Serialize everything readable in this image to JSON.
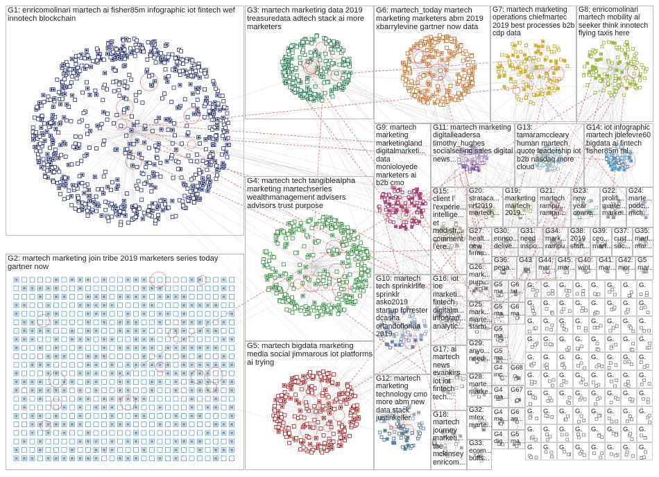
{
  "groups": [
    {
      "id": "G1",
      "label": "G1: enricomolinari martech ai fisher85m infographic iot fintech wef innotech blockchain"
    },
    {
      "id": "G2",
      "label": "G2: martech marketing join tribe 2019 marketers series today gartner now"
    },
    {
      "id": "G3",
      "label": "G3: martech marketing data 2019 treasuredata adtech stack ai more marketers"
    },
    {
      "id": "G4",
      "label": "G4: martech tech tangibleaIpha marketing martechseries wealthmanagement advisers advisors trust purpose"
    },
    {
      "id": "G5",
      "label": "G5: martech bigdata marketing media social jimmarous iot platforms ai trying"
    },
    {
      "id": "G6",
      "label": "G6: martech_today martech marketing marketers abm 2019 xbarrylevine gartner now data"
    },
    {
      "id": "G7",
      "label": "G7: martech marketing operations chiefmartec 2019 best processes b2b cdp data"
    },
    {
      "id": "G8",
      "label": "G8: enricomolinari martech mobility ai seeker think innotech flying taxis here"
    },
    {
      "id": "G9",
      "label": "G9: martech marketing marketingland digitalmarketi... data monioloyede marketers ai b2b cmo"
    },
    {
      "id": "G10",
      "label": "G10: martech tech sprinklrlife sprinklr asko2019 startup forrester dcasha orlandoflorida 2019"
    },
    {
      "id": "G11",
      "label": "G11: martech marketing digitalleadersa timothy_hughes socialselling sales digital news..."
    },
    {
      "id": "G12",
      "label": "G12: martech marketing technology cmo more abm new data stack justinkeller"
    },
    {
      "id": "G13",
      "label": "G13: tamaramccleary human martech quote leadership iot b2b nasdaq more cloud"
    },
    {
      "id": "G14",
      "label": "G14: iot infographic martech jblefevre60 bigdata ai fintech fisher85m ml..."
    },
    {
      "id": "G15",
      "label": "G15: client l' l'expérie... intellige... et modisfr... comment l'ère..."
    },
    {
      "id": "G16",
      "label": "G16: iot ioe marketi... fintech digitalm... infograp... analytic..."
    },
    {
      "id": "G17",
      "label": "G17: ai martech news evankirs... iot iot fintech tech..."
    },
    {
      "id": "G18",
      "label": "G18: martech journey marketi... the mckinsey enricom..."
    },
    {
      "id": "G19",
      "label": "G19: marketing martech 2019..."
    },
    {
      "id": "G20",
      "label": "G20: strataca... nrf2019 martech..."
    },
    {
      "id": "G21",
      "label": "G21: martech rampu... rampu..."
    },
    {
      "id": "G22",
      "label": "G22: prolifi... marte... marke..."
    },
    {
      "id": "G23",
      "label": "G23: new year conne..."
    },
    {
      "id": "G24",
      "label": "G24: marte... podc... mich..."
    },
    {
      "id": "G25",
      "label": "G25: mark... marte... startu..."
    },
    {
      "id": "G26",
      "label": "G26: mark... purp..."
    },
    {
      "id": "G27",
      "label": "G27: healt... new firms..."
    },
    {
      "id": "G28",
      "label": "G28: marte... marke..."
    },
    {
      "id": "G29",
      "label": "G29: anyo... need..."
    },
    {
      "id": "G30",
      "label": "G30: enrico... delive..."
    },
    {
      "id": "G31",
      "label": "G31: need inspo..."
    },
    {
      "id": "G32",
      "label": "G32: mtex marte..."
    },
    {
      "id": "G33",
      "label": "G33: ecom... buffs..."
    },
    {
      "id": "G34",
      "label": "G34: mark... rampu..."
    },
    {
      "id": "G35",
      "label": "G35: mart... mar..."
    },
    {
      "id": "G36",
      "label": "G36: pega..."
    },
    {
      "id": "G37",
      "label": "G37: cust... suc..."
    },
    {
      "id": "G38",
      "label": "G38: 2019 start..."
    },
    {
      "id": "G39",
      "label": "G39: ceo... mart..."
    },
    {
      "id": "G40",
      "label": "G40: wint..."
    },
    {
      "id": "G41",
      "label": "G41: mar..."
    },
    {
      "id": "G42",
      "label": "G42: mor..."
    },
    {
      "id": "G43",
      "label": "G43"
    },
    {
      "id": "G44",
      "label": "G44: mar..."
    },
    {
      "id": "G45",
      "label": "G45: mar..."
    },
    {
      "id": "G5x",
      "label": "G5 mar..."
    },
    {
      "id": "Ga1",
      "label": "G5 ma..."
    },
    {
      "id": "Ga2",
      "label": "G6 lat..."
    },
    {
      "id": "Ga3",
      "label": "G5 ma..."
    },
    {
      "id": "Ga4",
      "label": "G6 ma..."
    },
    {
      "id": "Ga5",
      "label": "G5 ma..."
    },
    {
      "id": "Ga6",
      "label": "G5 ma..."
    },
    {
      "id": "Ga7",
      "label": "G4 inc..."
    },
    {
      "id": "Ga8",
      "label": "G68"
    },
    {
      "id": "Ga9",
      "label": "G4 ma..."
    },
    {
      "id": "Ga10",
      "label": "G67"
    },
    {
      "id": "Ga11",
      "label": "G4 me..."
    },
    {
      "id": "Ga12",
      "label": "G6 au..."
    },
    {
      "id": "Ga13",
      "label": "G4 dig..."
    },
    {
      "id": "Ga14",
      "label": "G5 ma..."
    }
  ]
}
